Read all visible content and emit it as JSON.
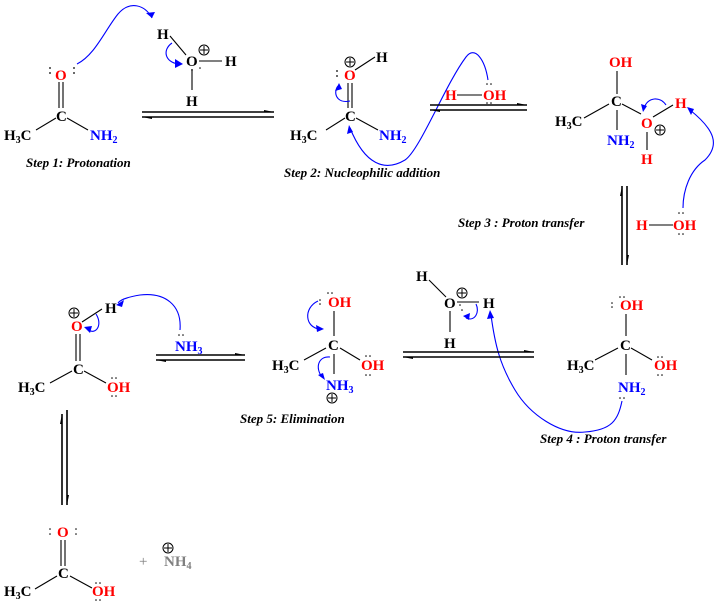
{
  "title": "Acid-catalyzed hydrolysis of acetamide mechanism",
  "colors": {
    "curved_arrow": "#0000ff",
    "oxygen": "#ff0000",
    "nitrogen": "#0000ff",
    "product_ammonium": "#808080"
  },
  "steps": [
    {
      "label": "Step 1: Protonation"
    },
    {
      "label": "Step 2: Nucleophilic addition"
    },
    {
      "label": "Step 3 : Proton transfer"
    },
    {
      "label": "Step 4 : Proton transfer"
    },
    {
      "label": "Step 5: Elimination"
    }
  ],
  "atoms": {
    "H": "H",
    "O": "O",
    "C": "C",
    "N": "N",
    "OH": "OH",
    "NH": "NH",
    "H3C_H": "H",
    "H3C_C": "C",
    "sub2": "2",
    "sub3": "3",
    "sub4": "4"
  },
  "reagents": {
    "hydronium": "H3O+",
    "water": "H2O",
    "ammonia": "NH3",
    "ammonium": "NH4+"
  },
  "plus_sign": "+",
  "molecules": [
    "acetamide",
    "protonated acetamide",
    "tetrahedral intermediate (oxonium)",
    "neutral tetrahedral intermediate",
    "N-protonated tetrahedral intermediate",
    "protonated acetic acid",
    "acetic acid"
  ]
}
